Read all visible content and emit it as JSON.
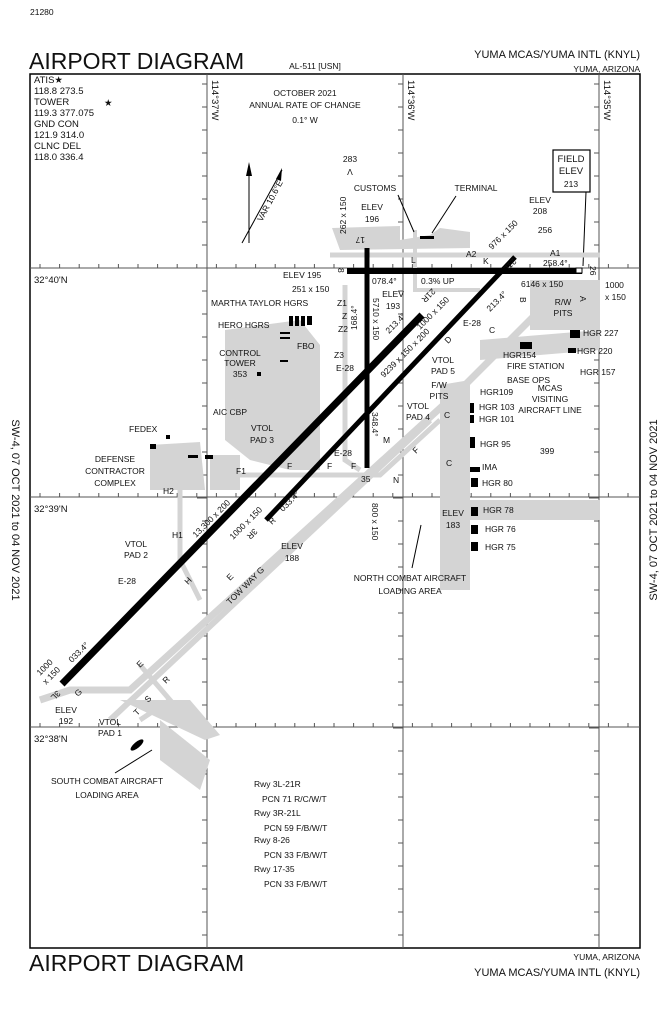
{
  "header": {
    "chart_number": "21280",
    "title": "AIRPORT DIAGRAM",
    "procedure_id": "AL-511 [USN]",
    "airport": "YUMA MCAS/YUMA INTL   (KNYL)",
    "city": "YUMA, ARIZONA"
  },
  "footer": {
    "title": "AIRPORT DIAGRAM",
    "city": "YUMA, ARIZONA",
    "airport": "YUMA MCAS/YUMA INTL   (KNYL)",
    "effective": "SW-4,  07 OCT 2021  to  04 NOV 2021"
  },
  "frequencies": {
    "atis": "ATIS★",
    "atis_freq": "118.8  273.5",
    "tower": "TOWER",
    "tower_star": "★",
    "tower_freq": "119.3  377.075",
    "gnd": "GND CON",
    "gnd_freq": "121.9  314.0",
    "clnc": "CLNC DEL",
    "clnc_freq": "118.0  336.4"
  },
  "grid": {
    "lon1": "114°37'W",
    "lon2": "114°36'W",
    "lon3": "114°35'W",
    "lat1": "32°40'N",
    "lat2": "32°39'N",
    "lat3": "32°38'N"
  },
  "magvar": {
    "date": "OCTOBER 2021",
    "rate_label": "ANNUAL RATE OF CHANGE",
    "rate": "0.1°  W",
    "var": "VAR 10.6°E"
  },
  "field_elev": {
    "label1": "FIELD",
    "label2": "ELEV",
    "value": "213"
  },
  "labels": {
    "obst283": "283",
    "customs": "CUSTOMS",
    "terminal": "TERMINAL",
    "elev196a": "ELEV",
    "elev196b": "196",
    "dim262": "262 x 150",
    "rwy17": "17",
    "elev208a": "ELEV",
    "elev208b": "208",
    "obst256": "256",
    "dim976": "976 x 150",
    "rwy21l": "21L",
    "a2": "A2",
    "k": "K",
    "a1": "A1",
    "hdg258": "258.4°",
    "rwy26": "26",
    "l": "L",
    "elev195": "ELEV 195",
    "rwy8": "8",
    "dim251": "251 x 150",
    "hdg078": "078.4°",
    "grade": "0.3% UP",
    "dim6146": "6146 x 150",
    "dim1000a": "1000",
    "dim1000b": "x 150",
    "b": "B",
    "a": "A",
    "rwpits1": "R/W",
    "rwpits2": "PITS",
    "hdg168": "168.4°",
    "dim5710": "5710 x 150",
    "elev193a": "ELEV",
    "elev193b": "193",
    "hdg213a": "213.4°",
    "hdg213b": "213.4°",
    "dim1000c": "1000 x 150",
    "rwy21r": "21R",
    "martha": "MARTHA TAYLOR HGRS",
    "z1": "Z1",
    "z": "Z",
    "z2": "Z2",
    "hero": "HERO HGRS",
    "fbo": "FBO",
    "ct1": "CONTROL",
    "ct2": "TOWER",
    "ct3": "353",
    "z3": "Z3",
    "e28a": "E-28",
    "dim9239": "9239 x 150 x 200",
    "e28b": "E-28",
    "c1": "C",
    "d": "D",
    "vtol5a": "VTOL",
    "vtol5b": "PAD 5",
    "hgr227": "HGR 227",
    "hgr220": "HGR 220",
    "hgr154": "HGR154",
    "fire": "FIRE STATION",
    "hgr157": "HGR 157",
    "baseops": "BASE OPS",
    "mcas1": "MCAS",
    "mcas2": "VISITING",
    "mcas3": "AIRCRAFT LINE",
    "fw1": "F/W",
    "fw2": "PITS",
    "hgr109": "HGR109",
    "hgr103": "HGR 103",
    "hgr101": "HGR 101",
    "vtol4a": "VTOL",
    "vtol4b": "PAD 4",
    "c2": "C",
    "aic": "AIC CBP",
    "fedex": "FEDEX",
    "vtol3a": "VTOL",
    "vtol3b": "PAD 3",
    "hdg348": "348.4°",
    "m": "M",
    "hgr95": "HGR 95",
    "obst399": "399",
    "e28c": "E-28",
    "dcc1": "DEFENSE",
    "dcc2": "CONTRACTOR",
    "dcc3": "COMPLEX",
    "f1": "F1",
    "fa": "F",
    "fb": "F",
    "fc": "F",
    "ff": "F",
    "rwy35": "35",
    "n": "N",
    "c3": "C",
    "ima": "IMA",
    "hgr80": "HGR  80",
    "h2": "H2",
    "dim13300": "13,300 x 200",
    "dim1000d": "1000 x 150",
    "rwy3r": "3R",
    "r1": "R",
    "hdg033a": "033.4°",
    "elev183a": "ELEV",
    "elev183b": "183",
    "dim800": "800 x 150",
    "hgr78": "HGR  78",
    "hgr76": "HGR 76",
    "hgr75": "HGR 75",
    "h1": "H1",
    "vtol2a": "VTOL",
    "vtol2b": "PAD 2",
    "elev188a": "ELEV",
    "elev188b": "188",
    "e28d": "E-28",
    "h": "H",
    "e1": "E",
    "towway": "TOW WAY G",
    "ncal1": "NORTH COMBAT AIRCRAFT",
    "ncal2": "LOADING AREA",
    "hdg033b": "033.4°",
    "dim1000e": "1000",
    "dim1000f": "x 150",
    "rwy3l": "3L",
    "elev192a": "ELEV",
    "elev192b": "192",
    "g": "G",
    "vtol1a": "VTOL",
    "vtol1b": "PAD 1",
    "e2": "E",
    "r2": "R",
    "s": "S",
    "t": "T",
    "scal1": "SOUTH COMBAT AIRCRAFT",
    "scal2": "LOADING AREA"
  },
  "pcn": [
    {
      "rwy": "Rwy 3L-21R",
      "pcn": "PCN 71 R/C/W/T"
    },
    {
      "rwy": "Rwy 3R-21L",
      "pcn": "PCN 59 F/B/W/T"
    },
    {
      "rwy": "Rwy 8-26",
      "pcn": "PCN 33 F/B/W/T"
    },
    {
      "rwy": "Rwy 17-35",
      "pcn": "PCN 33 F/B/W/T"
    }
  ]
}
